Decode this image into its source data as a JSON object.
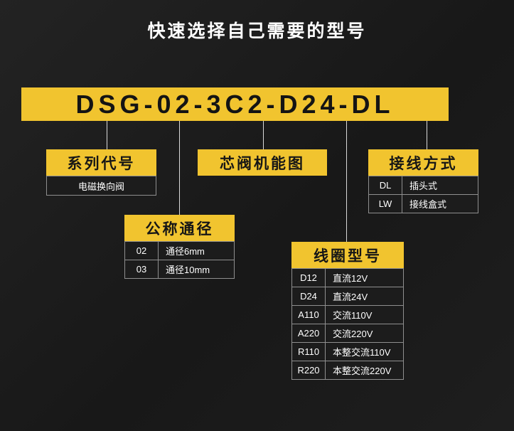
{
  "page": {
    "title": "快速选择自己需要的型号",
    "model_number": "DSG-02-3C2-D24-DL"
  },
  "groups": [
    {
      "id": "series-code",
      "label": "系列代号",
      "rows": [
        {
          "code": "",
          "desc": "电磁换向阀"
        }
      ]
    },
    {
      "id": "nominal-diameter",
      "label": "公称通径",
      "rows": [
        {
          "code": "02",
          "desc": "通径6mm"
        },
        {
          "code": "03",
          "desc": "通径10mm"
        }
      ]
    },
    {
      "id": "spool-function",
      "label": "芯阀机能图",
      "rows": []
    },
    {
      "id": "coil-model",
      "label": "线圈型号",
      "rows": [
        {
          "code": "D12",
          "desc": "直流12V"
        },
        {
          "code": "D24",
          "desc": "直流24V"
        },
        {
          "code": "A110",
          "desc": "交流110V"
        },
        {
          "code": "A220",
          "desc": "交流220V"
        },
        {
          "code": "R110",
          "desc": "本整交流110V"
        },
        {
          "code": "R220",
          "desc": "本整交流220V"
        }
      ]
    },
    {
      "id": "wiring-type",
      "label": "接线方式",
      "rows": [
        {
          "code": "DL",
          "desc": "插头式"
        },
        {
          "code": "LW",
          "desc": "接线盒式"
        }
      ]
    }
  ],
  "colors": {
    "accent": "#F1C42F",
    "background": "#1A1A1A",
    "row_border": "#8F8F8F",
    "text_light": "#FFFFFF",
    "text_dark": "#141414"
  }
}
